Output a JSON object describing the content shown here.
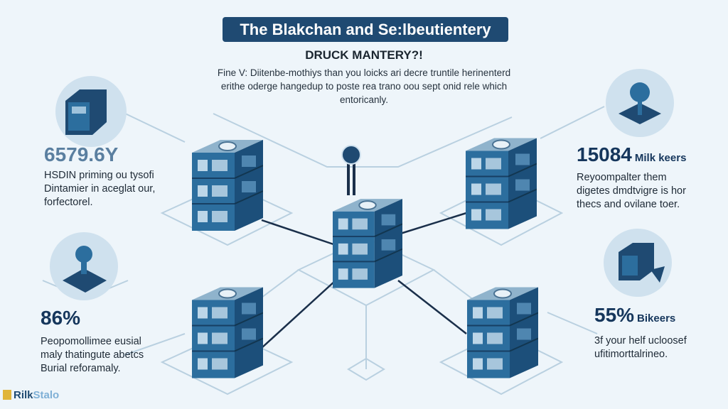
{
  "header": {
    "title": "The Blakchan and Se:lbeutientery",
    "subtitle": "DRUCK MANTERY?!",
    "intro": [
      "Fine V: Diitenbe-mothiys than you loicks ari decre truntile herinenterd",
      "erithe oderge hangedup to poste rea trano oou sept onid rele which",
      "entoricanly."
    ]
  },
  "stats": [
    {
      "value": "6579.6Y",
      "unit": "",
      "lines": [
        "HSDIN priming ou tysofi",
        "Dintamier in aceglat our,",
        "forfectorel."
      ],
      "color": "#5a7fa0"
    },
    {
      "value": "15084",
      "unit": "Milk keers",
      "lines": [
        "Reyoompalter them",
        "digetes dmdtvigre is hor",
        "thecs and ovilane toer."
      ],
      "color": "#15365c"
    },
    {
      "value": "86%",
      "unit": "",
      "lines": [
        "Peopomollimee eusial",
        "maly thatingute abetcs",
        "Burial reforamaly."
      ],
      "color": "#15365c"
    },
    {
      "value": "55%",
      "unit": "Bikeers",
      "lines": [
        "3f your helf ucloosef",
        "ufitimorttalrineo."
      ],
      "color": "#15365c"
    }
  ],
  "logo": {
    "text_a": "Rilk",
    "text_b": "Stalo"
  },
  "colors": {
    "navy": "#1f4a72",
    "server_front": "#2c6e9e",
    "server_side": "#1c4f7a",
    "server_top": "#8fb3cc",
    "circle": "#cfe1ee"
  }
}
